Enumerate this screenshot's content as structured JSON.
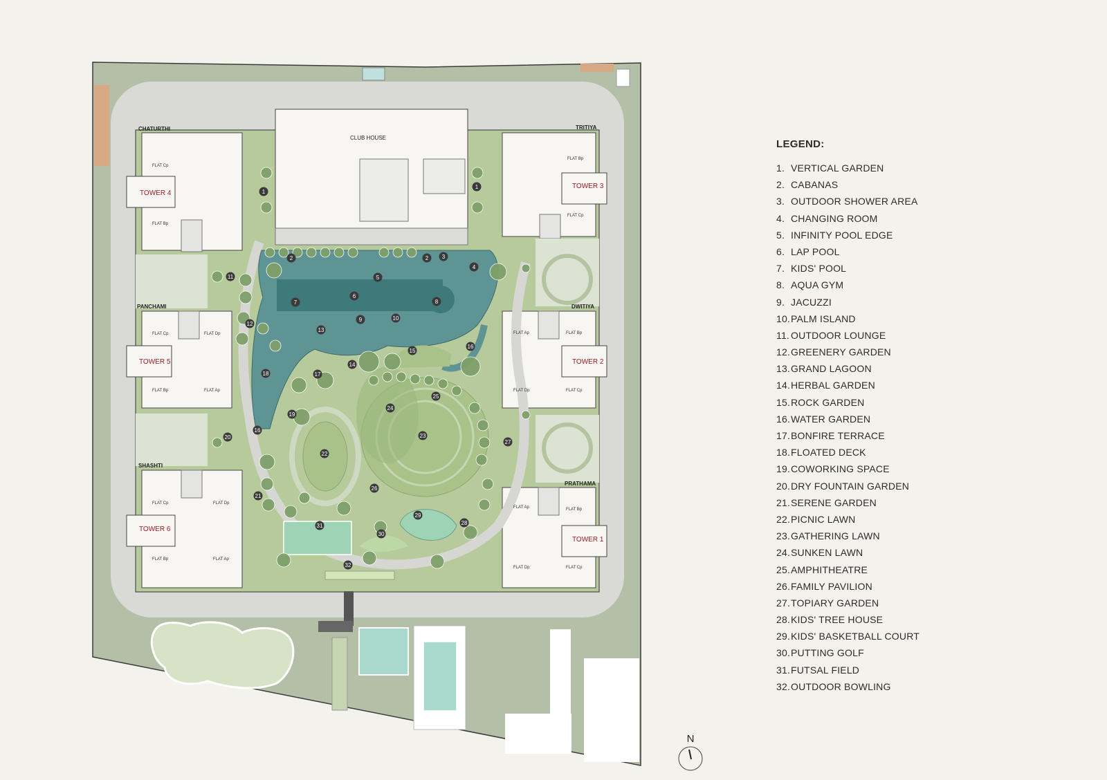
{
  "legend": {
    "title": "LEGEND:",
    "items": [
      {
        "num": "1.",
        "label": "VERTICAL GARDEN"
      },
      {
        "num": "2.",
        "label": "CABANAS"
      },
      {
        "num": "3.",
        "label": "OUTDOOR SHOWER AREA"
      },
      {
        "num": "4.",
        "label": "CHANGING ROOM"
      },
      {
        "num": "5.",
        "label": "INFINITY POOL EDGE"
      },
      {
        "num": "6.",
        "label": "LAP POOL"
      },
      {
        "num": "7.",
        "label": "KIDS' POOL"
      },
      {
        "num": "8.",
        "label": "AQUA GYM"
      },
      {
        "num": "9.",
        "label": "JACUZZI"
      },
      {
        "num": "10.",
        "label": "PALM ISLAND"
      },
      {
        "num": "11.",
        "label": "OUTDOOR LOUNGE"
      },
      {
        "num": "12.",
        "label": "GREENERY GARDEN"
      },
      {
        "num": "13.",
        "label": "GRAND LAGOON"
      },
      {
        "num": "14.",
        "label": "HERBAL GARDEN"
      },
      {
        "num": "15.",
        "label": "ROCK GARDEN"
      },
      {
        "num": "16.",
        "label": "WATER GARDEN"
      },
      {
        "num": "17.",
        "label": "BONFIRE TERRACE"
      },
      {
        "num": "18.",
        "label": "FLOATED DECK"
      },
      {
        "num": "19.",
        "label": "COWORKING SPACE"
      },
      {
        "num": "20.",
        "label": "DRY FOUNTAIN GARDEN"
      },
      {
        "num": "21.",
        "label": "SERENE GARDEN"
      },
      {
        "num": "22.",
        "label": "PICNIC LAWN"
      },
      {
        "num": "23.",
        "label": "GATHERING LAWN"
      },
      {
        "num": "24.",
        "label": "SUNKEN LAWN"
      },
      {
        "num": "25.",
        "label": "AMPHITHEATRE"
      },
      {
        "num": "26.",
        "label": "FAMILY PAVILION"
      },
      {
        "num": "27.",
        "label": "TOPIARY GARDEN"
      },
      {
        "num": "28.",
        "label": "KIDS' TREE HOUSE"
      },
      {
        "num": "29.",
        "label": "KIDS' BASKETBALL COURT"
      },
      {
        "num": "30.",
        "label": "PUTTING GOLF"
      },
      {
        "num": "31.",
        "label": "FUTSAL FIELD"
      },
      {
        "num": "32.",
        "label": "OUTDOOR BOWLING"
      }
    ]
  },
  "wings": [
    "CHATURTHI",
    "TRITIYA",
    "PANCHAMI",
    "DWITIYA",
    "SHASHTI",
    "PRATHAMA"
  ],
  "towers": [
    "TOWER 4",
    "TOWER 3",
    "TOWER 5",
    "TOWER 2",
    "TOWER 6",
    "TOWER 1"
  ],
  "club_house": "CLUB HOUSE",
  "flats": [
    "FLAT Cp",
    "FLAT Bp",
    "FLAT Dp",
    "FLAT Ap"
  ],
  "compass": "N",
  "markers": [
    "1",
    "1",
    "2",
    "2",
    "3",
    "4",
    "5",
    "6",
    "7",
    "8",
    "9",
    "10",
    "11",
    "12",
    "13",
    "14",
    "15",
    "16",
    "16",
    "17",
    "18",
    "19",
    "20",
    "21",
    "22",
    "23",
    "24",
    "25",
    "26",
    "27",
    "28",
    "29",
    "30",
    "31",
    "32"
  ],
  "colors": {
    "background": "#f4f2ed",
    "site": "#b3bfa6",
    "building": "#f7f6f2",
    "lawn": "#a9c28a",
    "tree": "#7fa06a",
    "water": "#5f9494",
    "tower_label": "#9b1c24"
  }
}
